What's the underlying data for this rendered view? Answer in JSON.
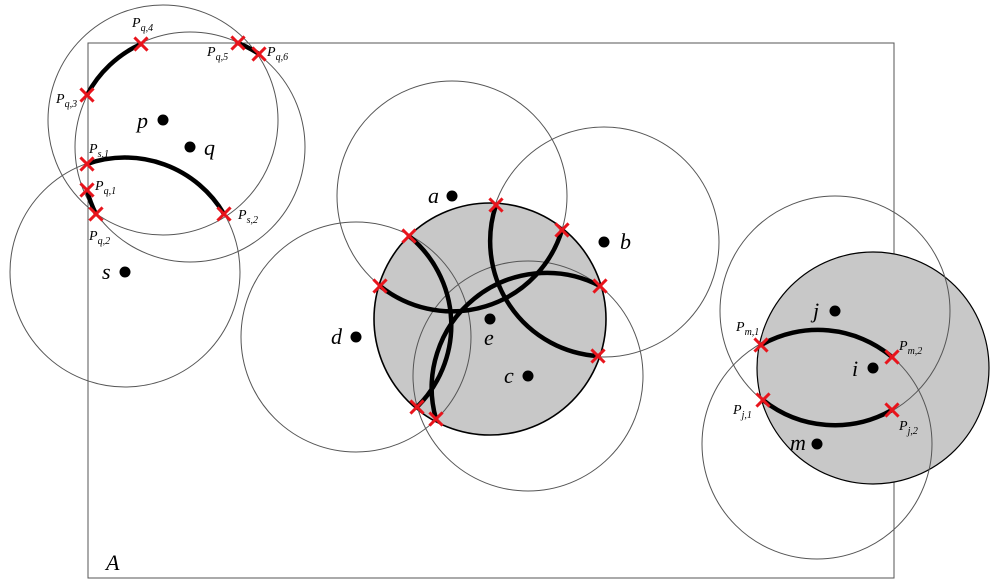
{
  "diagram": {
    "region_label": "A",
    "colors": {
      "stroke": "#000000",
      "thin_stroke": "#555555",
      "shaded_fill": "#c8c8c8",
      "marker": "#e8141c"
    },
    "points": [
      {
        "id": "p",
        "label": "p"
      },
      {
        "id": "q",
        "label": "q"
      },
      {
        "id": "s",
        "label": "s"
      },
      {
        "id": "a",
        "label": "a"
      },
      {
        "id": "b",
        "label": "b"
      },
      {
        "id": "c",
        "label": "c"
      },
      {
        "id": "d",
        "label": "d"
      },
      {
        "id": "e",
        "label": "e"
      },
      {
        "id": "i",
        "label": "i"
      },
      {
        "id": "j",
        "label": "j"
      },
      {
        "id": "m",
        "label": "m"
      }
    ],
    "intersections": [
      {
        "id": "Pq4",
        "main": "P",
        "sub": "q,4"
      },
      {
        "id": "Pq5",
        "main": "P",
        "sub": "q,5"
      },
      {
        "id": "Pq6",
        "main": "P",
        "sub": "q,6"
      },
      {
        "id": "Pq3",
        "main": "P",
        "sub": "q,3"
      },
      {
        "id": "Ps1",
        "main": "P",
        "sub": "s,1"
      },
      {
        "id": "Pq1",
        "main": "P",
        "sub": "q,1"
      },
      {
        "id": "Pq2",
        "main": "P",
        "sub": "q,2"
      },
      {
        "id": "Ps2",
        "main": "P",
        "sub": "s,2"
      },
      {
        "id": "Pm1",
        "main": "P",
        "sub": "m,1"
      },
      {
        "id": "Pm2",
        "main": "P",
        "sub": "m,2"
      },
      {
        "id": "Pj1",
        "main": "P",
        "sub": "j,1"
      },
      {
        "id": "Pj2",
        "main": "P",
        "sub": "j,2"
      }
    ]
  }
}
